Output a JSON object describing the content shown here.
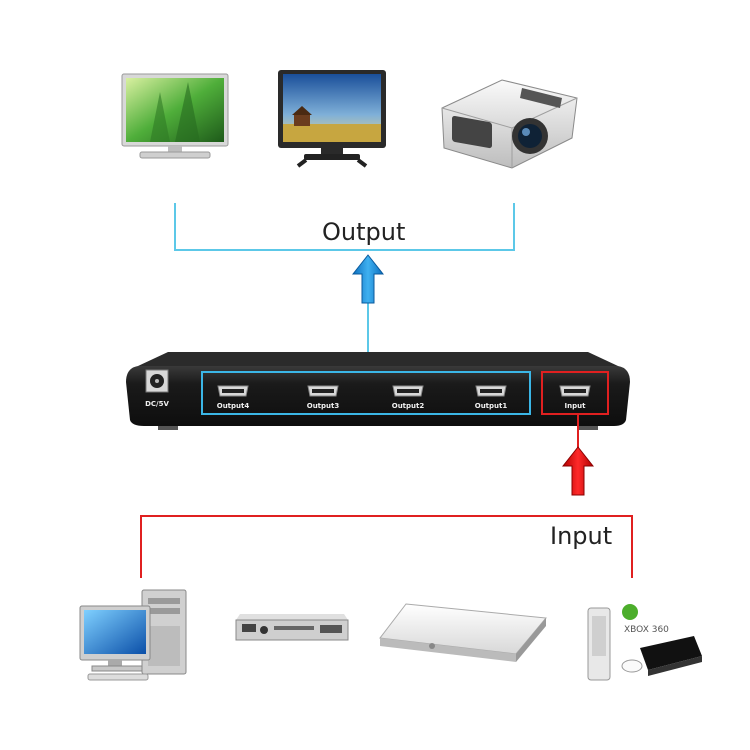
{
  "labels": {
    "output": "Output",
    "input": "Input"
  },
  "splitter": {
    "ports": [
      "Output4",
      "Output3",
      "Output2",
      "Output1"
    ],
    "input_port": "Input",
    "power_port": "DC/5V"
  },
  "devices": {
    "xbox_logo": "XBOX 360"
  },
  "colors": {
    "output_line": "#5cc8e8",
    "output_arrow": "#1d8fd6",
    "input_line": "#e02020",
    "input_arrow": "#e60000",
    "splitter_body": "#1c1c1c"
  }
}
